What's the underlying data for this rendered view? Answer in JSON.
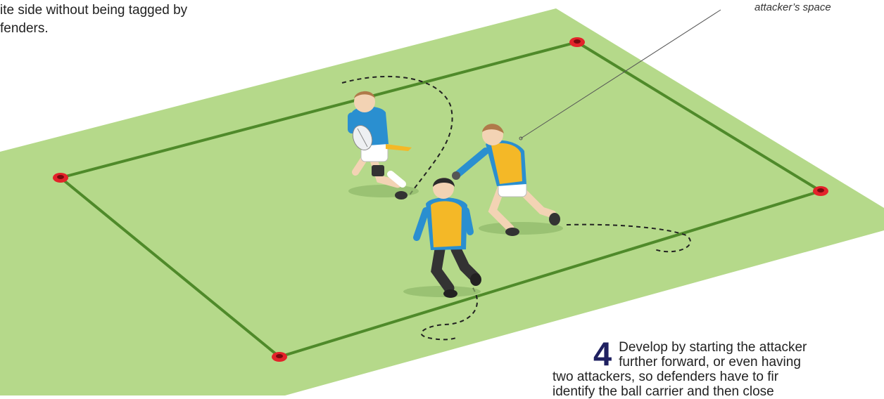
{
  "intro_text": {
    "line1": "ite side without being tagged by",
    "line2": "fenders."
  },
  "callout_label": "attacker’s space",
  "step": {
    "number": "4",
    "line1": "Develop by starting the attacker",
    "line2": "further forward, or even having",
    "line3": "two attackers, so defenders have to fir",
    "line4": "identify the ball carrier and then close"
  },
  "colors": {
    "pitch": "#b5d98a",
    "lines": "#4f8a2a",
    "cone": "#e3232a",
    "attacker_shirt": "#2a8fd0",
    "defender_bib": "#f4b827",
    "step_number": "#1f2060"
  },
  "icons": [
    "cone-icon",
    "rugby-ball-icon",
    "tag-belt-icon"
  ]
}
